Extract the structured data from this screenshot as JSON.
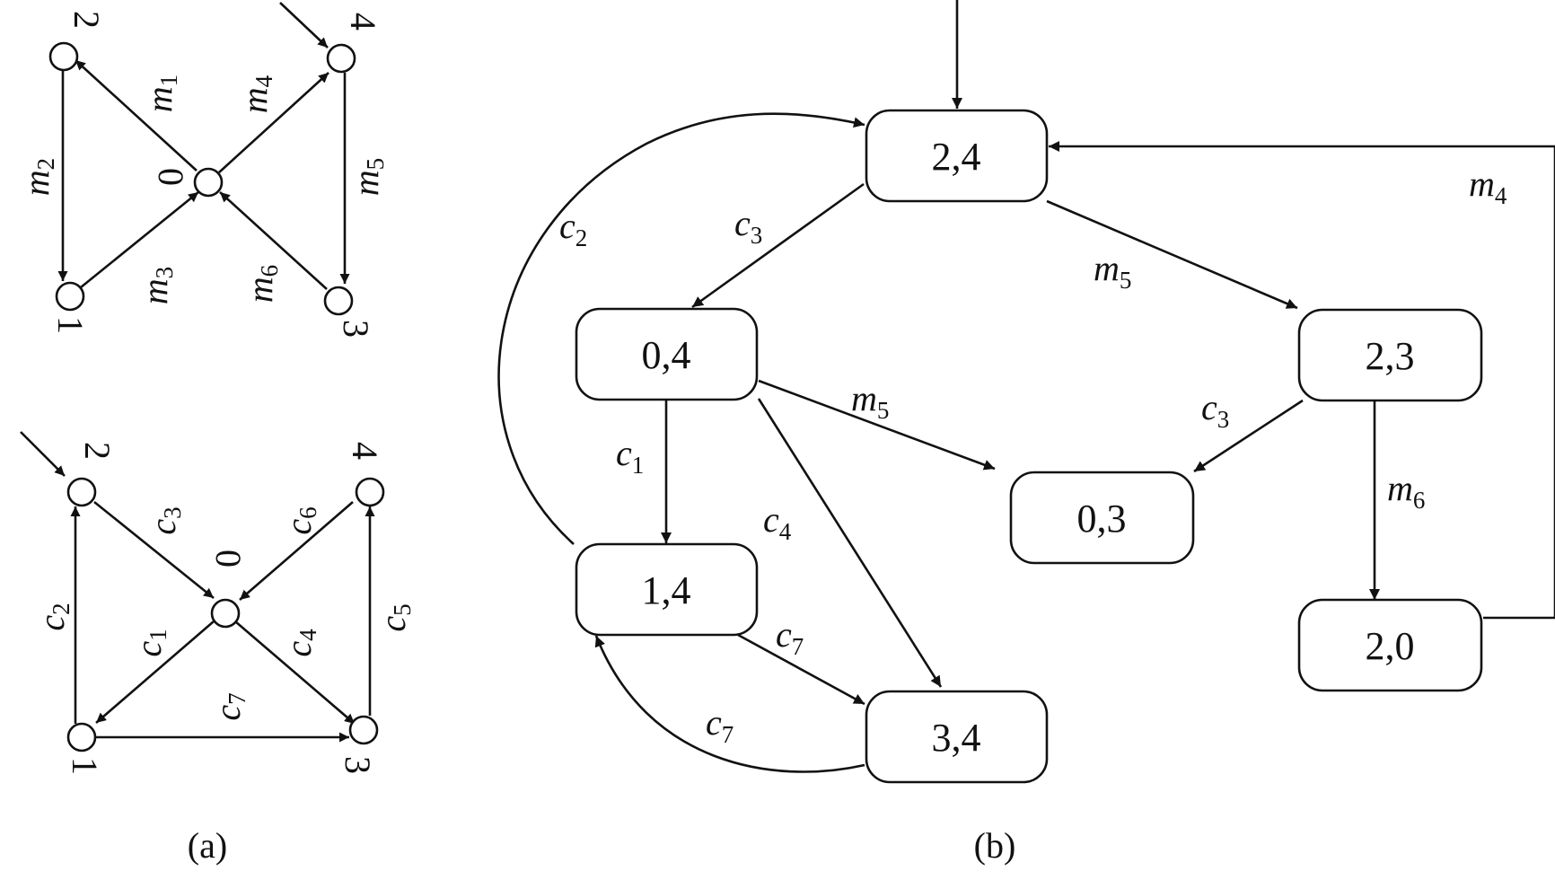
{
  "diagram_a_top": {
    "node_labels": [
      "0",
      "1",
      "2",
      "3",
      "4"
    ],
    "edges": [
      {
        "label": "m",
        "sub": "1",
        "from": "0",
        "to": "2"
      },
      {
        "label": "m",
        "sub": "2",
        "from": "2",
        "to": "1"
      },
      {
        "label": "m",
        "sub": "3",
        "from": "1",
        "to": "0"
      },
      {
        "label": "m",
        "sub": "4",
        "from": "0",
        "to": "4"
      },
      {
        "label": "m",
        "sub": "5",
        "from": "4",
        "to": "3"
      },
      {
        "label": "m",
        "sub": "6",
        "from": "3",
        "to": "0"
      }
    ],
    "initial_node": "4"
  },
  "diagram_a_bottom": {
    "node_labels": [
      "0",
      "1",
      "2",
      "3",
      "4"
    ],
    "edges": [
      {
        "label": "c",
        "sub": "1",
        "from": "0",
        "to": "1"
      },
      {
        "label": "c",
        "sub": "2",
        "from": "1",
        "to": "2"
      },
      {
        "label": "c",
        "sub": "3",
        "from": "2",
        "to": "0"
      },
      {
        "label": "c",
        "sub": "4",
        "from": "0",
        "to": "3"
      },
      {
        "label": "c",
        "sub": "5",
        "from": "3",
        "to": "4"
      },
      {
        "label": "c",
        "sub": "6",
        "from": "4",
        "to": "0"
      },
      {
        "label": "c",
        "sub": "7",
        "from": "1",
        "to": "3"
      }
    ],
    "initial_node": "2"
  },
  "diagram_b": {
    "states": [
      "2,4",
      "0,4",
      "2,3",
      "0,3",
      "1,4",
      "2,0",
      "3,4"
    ],
    "initial_state": "2,4",
    "transitions": [
      {
        "label": "c",
        "sub": "3",
        "from": "2,4",
        "to": "0,4"
      },
      {
        "label": "m",
        "sub": "5",
        "from": "2,4",
        "to": "2,3"
      },
      {
        "label": "c",
        "sub": "1",
        "from": "0,4",
        "to": "1,4"
      },
      {
        "label": "m",
        "sub": "5",
        "from": "0,4",
        "to": "0,3"
      },
      {
        "label": "c",
        "sub": "4",
        "from": "0,4",
        "to": "3,4"
      },
      {
        "label": "c",
        "sub": "3",
        "from": "2,3",
        "to": "0,3"
      },
      {
        "label": "m",
        "sub": "6",
        "from": "2,3",
        "to": "2,0"
      },
      {
        "label": "m",
        "sub": "4",
        "from": "2,0",
        "to": "2,4"
      },
      {
        "label": "c",
        "sub": "2",
        "from": "1,4",
        "to": "2,4"
      },
      {
        "label": "c",
        "sub": "7",
        "from": "1,4",
        "to": "3,4"
      },
      {
        "label": "c",
        "sub": "7",
        "from": "3,4",
        "to": "1,4"
      }
    ]
  },
  "captions": {
    "a": "(a)",
    "b": "(b)"
  }
}
